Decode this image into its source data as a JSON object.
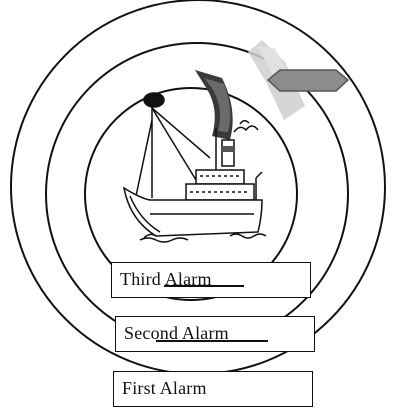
{
  "alarms": {
    "third": "Third Alarm",
    "second": "Second Alarm",
    "first": "First Alarm"
  },
  "colors": {
    "line": "#111111",
    "background": "#ffffff",
    "arrow_gray": "#bdbdbd",
    "moon_dark": "#3a3a3a",
    "radar_tag_gray": "#8c8c8c"
  },
  "icons": {
    "ship": "ship-icon",
    "radar": "radar-tag-icon",
    "moon": "crescent-moon-icon"
  }
}
